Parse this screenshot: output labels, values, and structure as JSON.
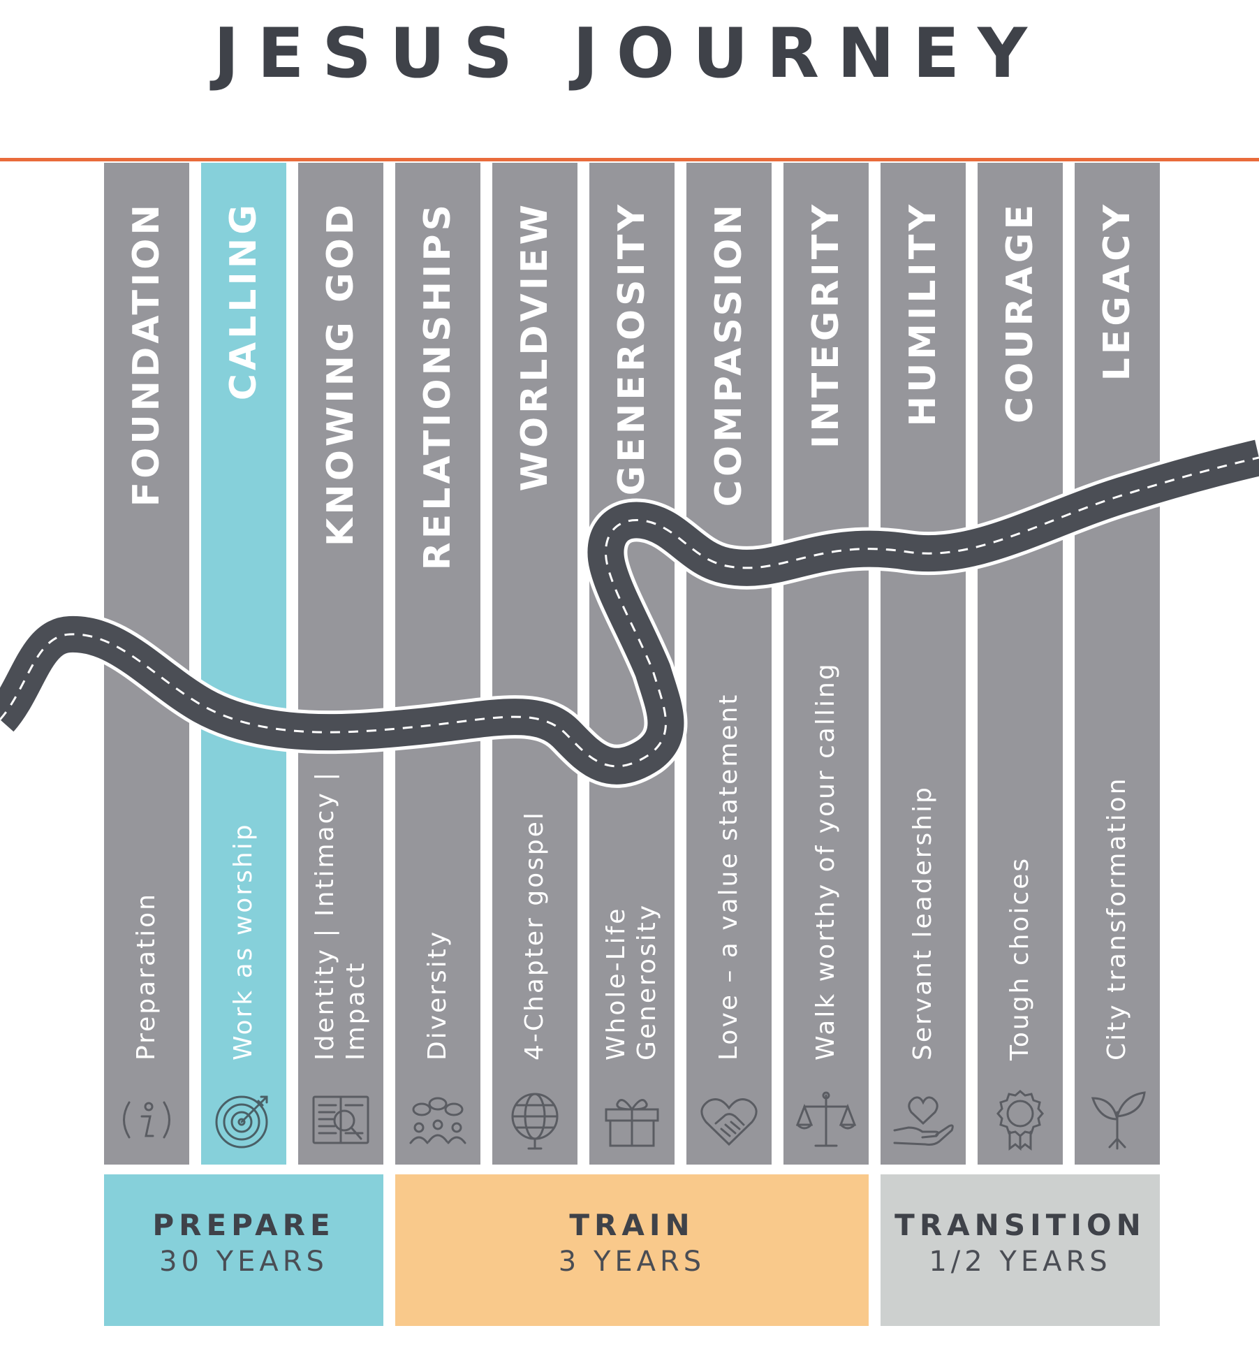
{
  "title": "JESUS JOURNEY",
  "colors": {
    "title": "#3f4249",
    "accent_line": "#e96b3b",
    "column": "#96969b",
    "highlight": "#86d0da",
    "road": "#4b4e55",
    "prepare": "#86d0da",
    "train": "#f9c98b",
    "transition": "#cdd0cf"
  },
  "columns": [
    {
      "title": "FOUNDATION",
      "subtitle": "Preparation",
      "icon": "info-icon",
      "highlight": false
    },
    {
      "title": "CALLING",
      "subtitle": "Work as worship",
      "icon": "target-icon",
      "highlight": true
    },
    {
      "title": "KNOWING GOD",
      "subtitle": "Identity | Intimacy |\nImpact",
      "icon": "book-magnifier-icon",
      "highlight": false
    },
    {
      "title": "RELATIONSHIPS",
      "subtitle": "Diversity",
      "icon": "people-chat-icon",
      "highlight": false
    },
    {
      "title": "WORLDVIEW",
      "subtitle": "4-Chapter gospel",
      "icon": "globe-icon",
      "highlight": false
    },
    {
      "title": "GENEROSITY",
      "subtitle": "Whole-Life\nGenerosity",
      "icon": "gift-icon",
      "highlight": false
    },
    {
      "title": "COMPASSION",
      "subtitle": "Love – a value statement",
      "icon": "handshake-heart-icon",
      "highlight": false
    },
    {
      "title": "INTEGRITY",
      "subtitle": "Walk worthy of your calling",
      "icon": "scales-icon",
      "highlight": false
    },
    {
      "title": "HUMILITY",
      "subtitle": "Servant leadership",
      "icon": "hand-heart-icon",
      "highlight": false
    },
    {
      "title": "COURAGE",
      "subtitle": "Tough choices",
      "icon": "medal-icon",
      "highlight": false
    },
    {
      "title": "LEGACY",
      "subtitle": "City transformation",
      "icon": "sprout-icon",
      "highlight": false
    }
  ],
  "phases": [
    {
      "name": "PREPARE",
      "duration": "30 YEARS"
    },
    {
      "name": "TRAIN",
      "duration": "3 YEARS"
    },
    {
      "name": "TRANSITION",
      "duration": "1/2 YEARS"
    }
  ]
}
